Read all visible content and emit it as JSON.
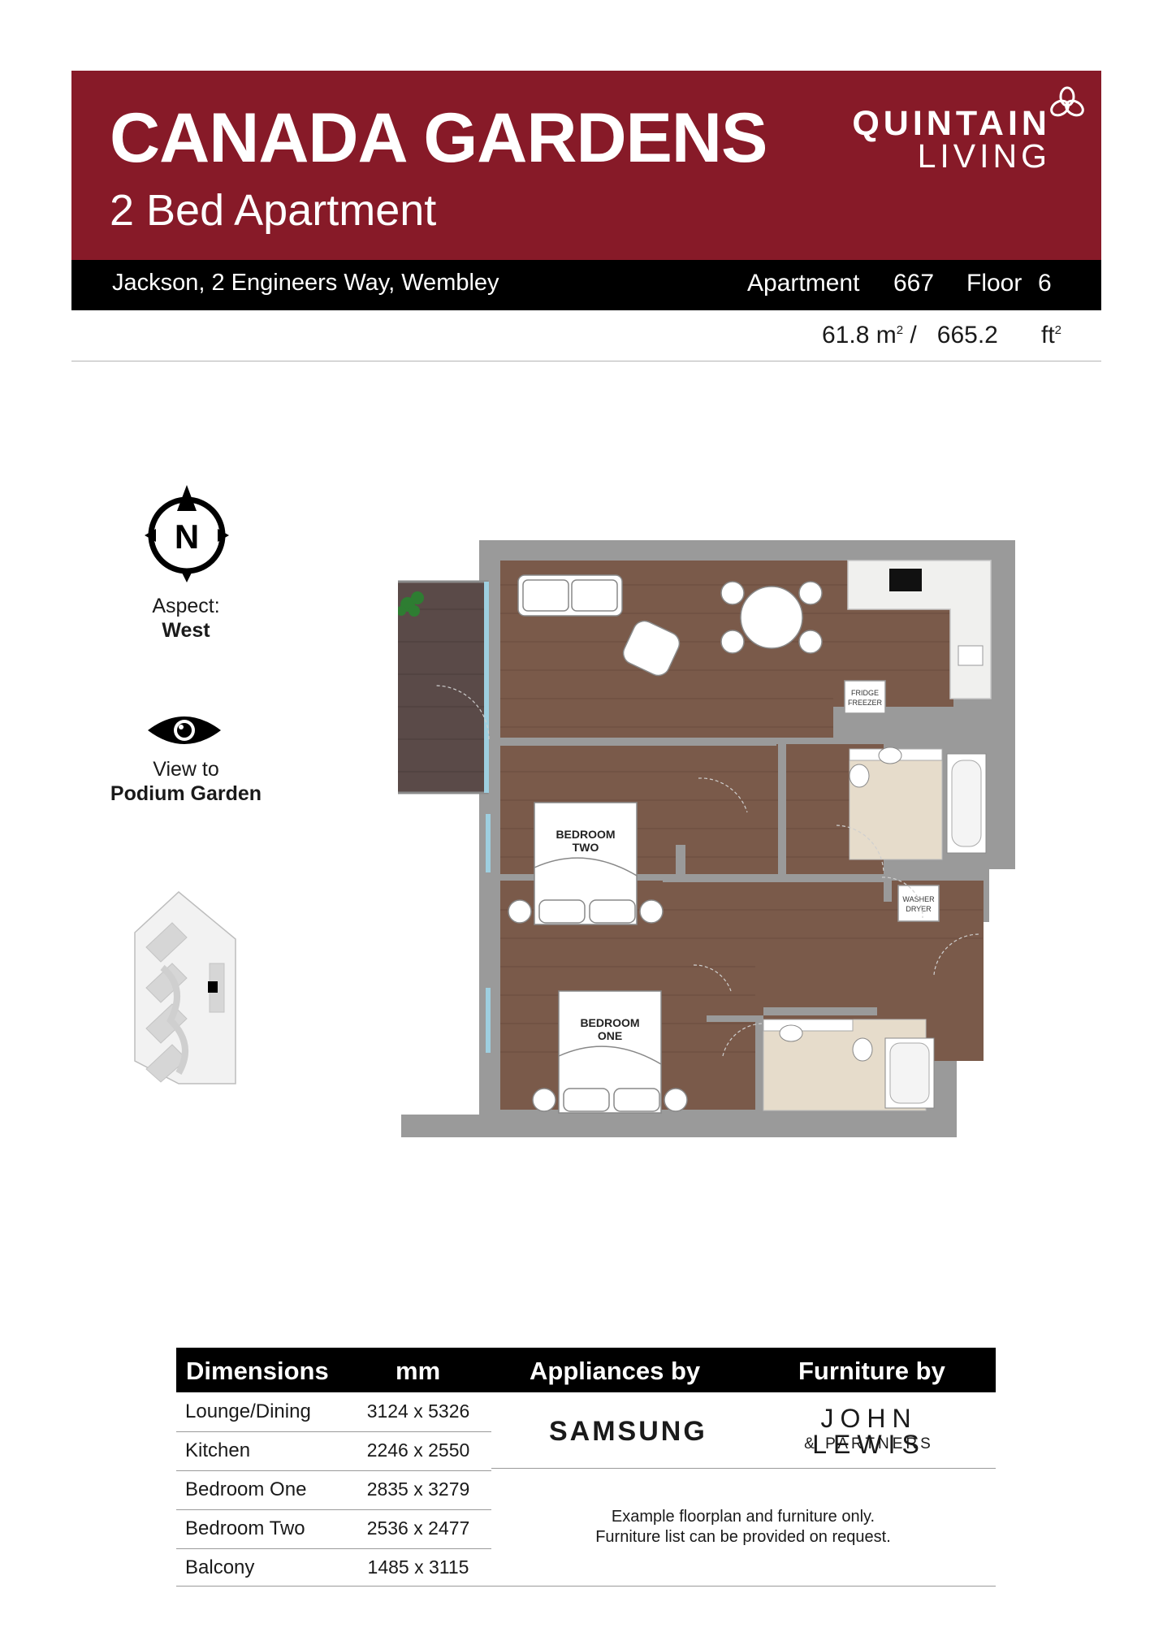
{
  "header": {
    "title": "CANADA GARDENS",
    "subtitle": "2 Bed Apartment",
    "brand_line1": "QUINTAIN",
    "brand_line2": "LIVING"
  },
  "info_bar": {
    "address": "Jackson, 2 Engineers Way, Wembley",
    "apartment_label": "Apartment",
    "apartment_number": "667",
    "floor_label": "Floor",
    "floor_number": "6"
  },
  "area": {
    "sqm": "61.8",
    "sqm_unit": "m",
    "separator": "/",
    "sqft": "665.2",
    "sqft_unit": "ft",
    "exponent": "2"
  },
  "aspect": {
    "compass_letter": "N",
    "label": "Aspect:",
    "value": "West"
  },
  "view": {
    "label": "View to",
    "value": "Podium Garden"
  },
  "floorplan_labels": {
    "bedroom_two_1": "BEDROOM",
    "bedroom_two_2": "TWO",
    "bedroom_one_1": "BEDROOM",
    "bedroom_one_2": "ONE",
    "fridge_1": "FRIDGE",
    "fridge_2": "FREEZER",
    "washer_1": "WASHER",
    "washer_2": "DRYER"
  },
  "table": {
    "headers": [
      "Dimensions",
      "mm",
      "Appliances by",
      "Furniture by"
    ],
    "rows": [
      {
        "room": "Lounge/Dining",
        "mm": "3124 x 5326"
      },
      {
        "room": "Kitchen",
        "mm": "2246 x 2550"
      },
      {
        "room": "Bedroom One",
        "mm": "2835 x 3279"
      },
      {
        "room": "Bedroom Two",
        "mm": "2536 x 2477"
      },
      {
        "room": "Balcony",
        "mm": "1485 x 3115"
      }
    ],
    "appliances_brand": "SAMSUNG",
    "furniture_brand_line1": "JOHN LEWIS",
    "furniture_brand_line2": "& PARTNERS",
    "note_line1": "Example floorplan and furniture only.",
    "note_line2": "Furniture list can be provided on request."
  },
  "colors": {
    "banner": "#871a28",
    "bar": "#000000",
    "wall": "#9a9a9a",
    "floor_wood": "#7a5a4a",
    "balcony": "#5a4a48",
    "tile": "#e6dccb"
  }
}
